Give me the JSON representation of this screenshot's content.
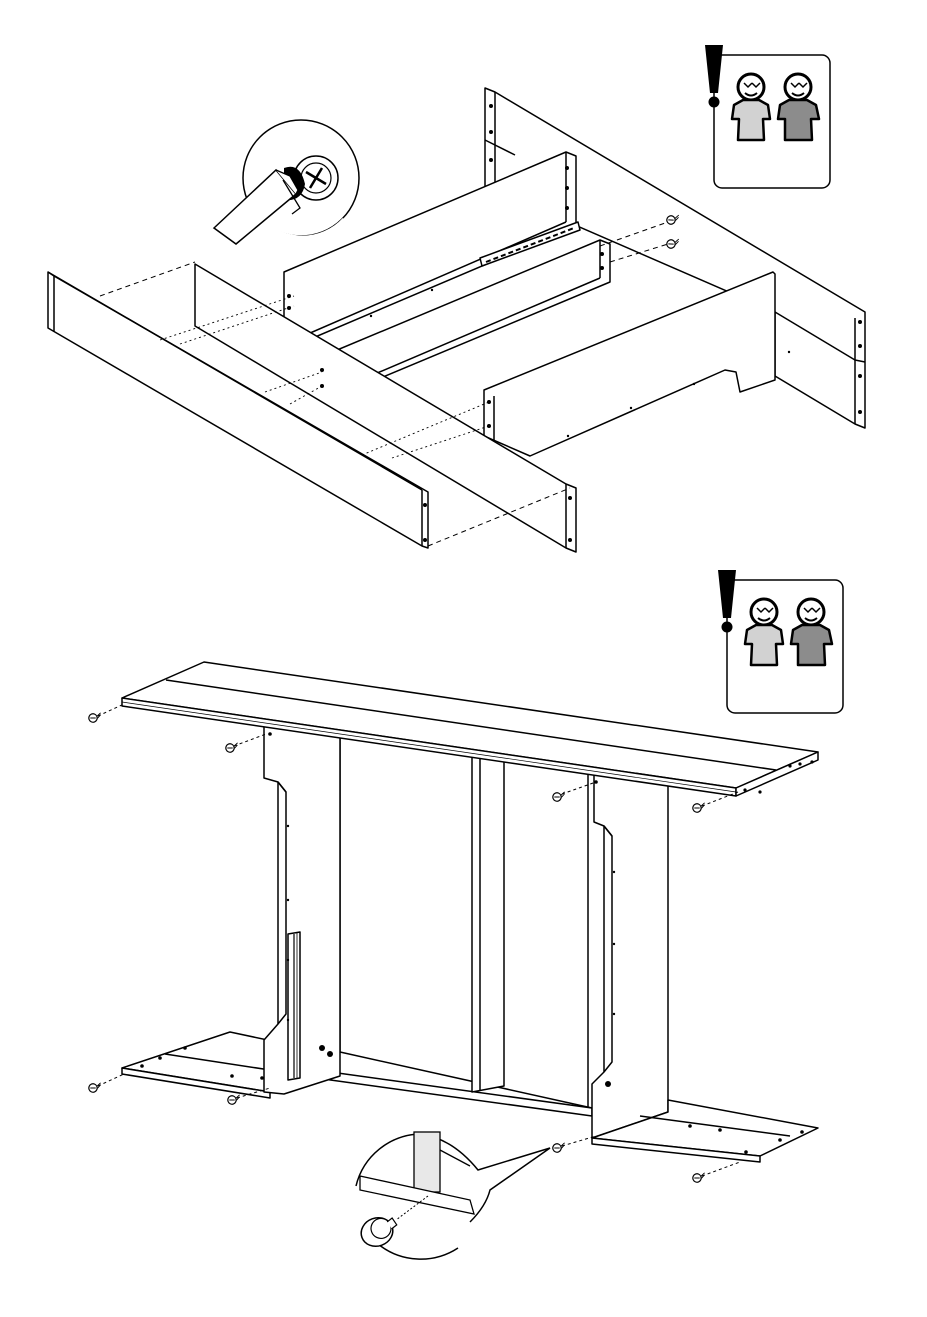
{
  "page": {
    "kind": "furniture-assembly-instructions",
    "steps": [
      {
        "id": "frame-assembly",
        "notice": {
          "icon": "two-person-warning-icon"
        },
        "detail": {
          "icon": "cam-lock-screwdriver-icon"
        }
      },
      {
        "id": "top-and-feet",
        "notice": {
          "icon": "two-person-warning-icon"
        },
        "detail": {
          "icon": "foot-glide-detail-icon"
        }
      }
    ],
    "colors": {
      "line": "#000000",
      "panel": "#ffffff",
      "person_left_shirt": "#d2d2d2",
      "person_right_shirt": "#8c8c8c"
    }
  }
}
